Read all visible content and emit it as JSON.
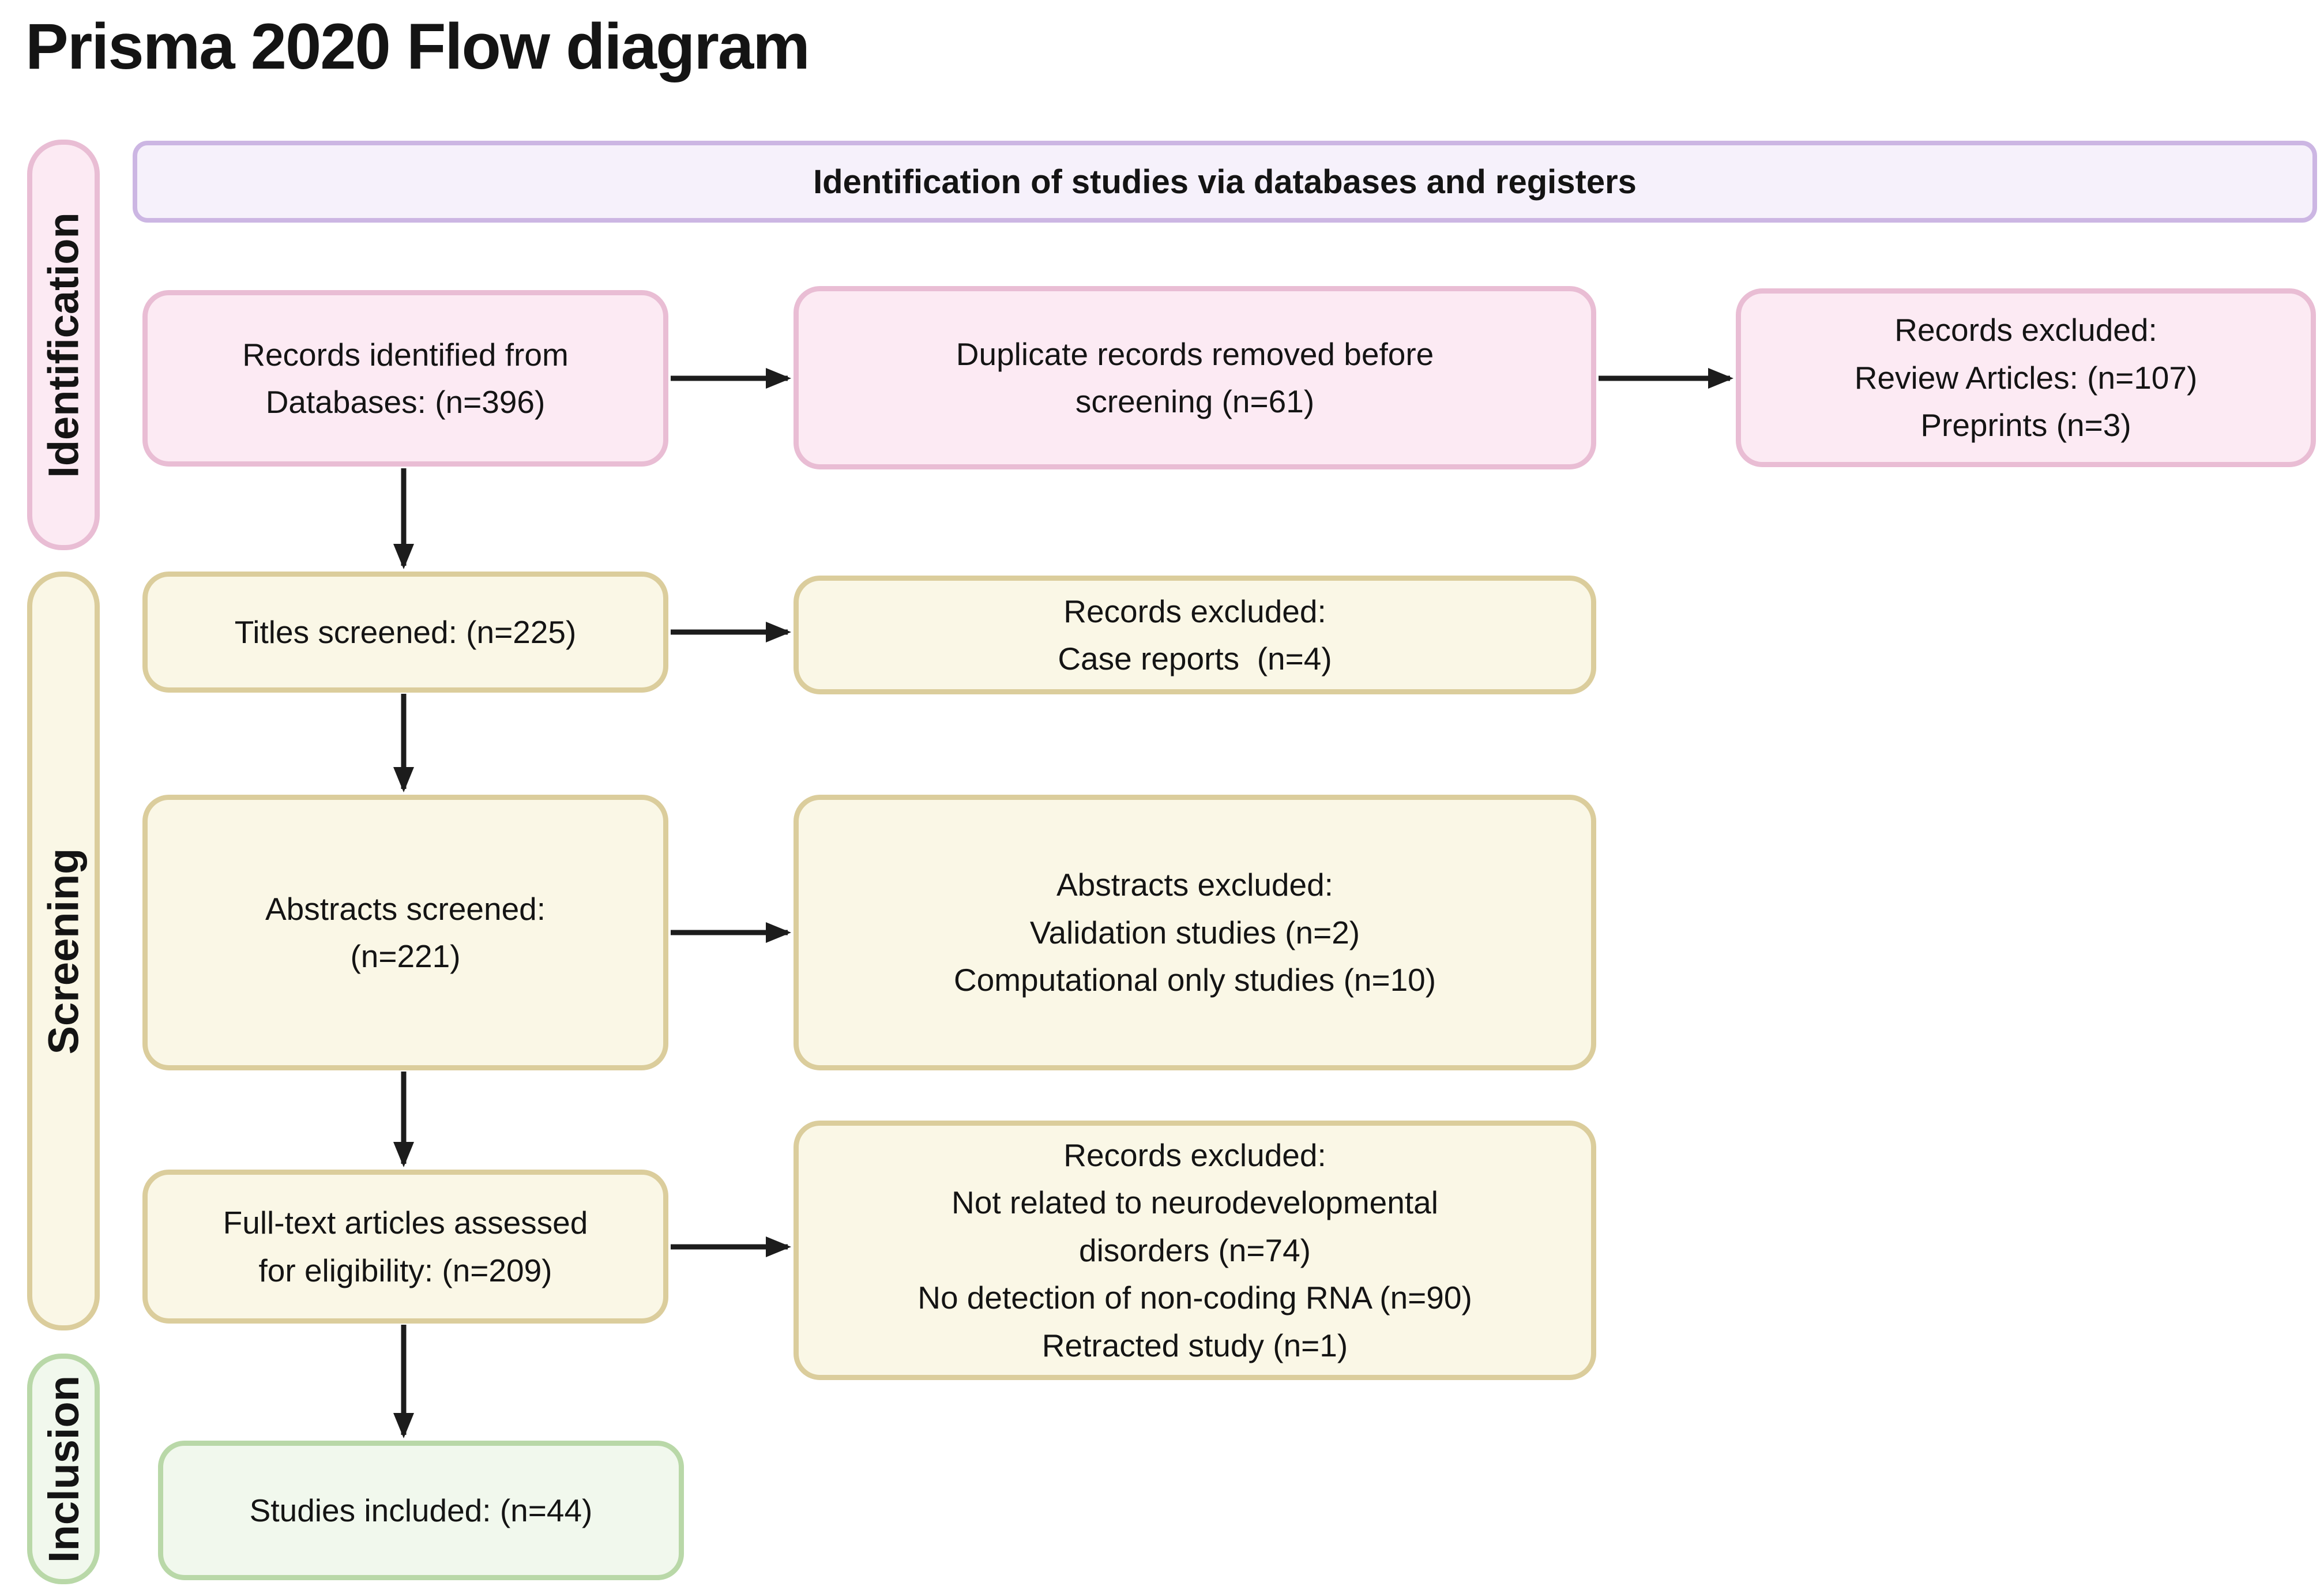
{
  "page": {
    "title": "Prisma 2020 Flow diagram"
  },
  "banner": {
    "label": "Identification of studies via databases and registers"
  },
  "stages": [
    {
      "id": "identification",
      "label": "Identification"
    },
    {
      "id": "screening",
      "label": "Screening"
    },
    {
      "id": "inclusion",
      "label": "Inclusion"
    }
  ],
  "boxes": {
    "records_identified": {
      "text": "Records identified from\nDatabases: (n=396)",
      "n": 396
    },
    "duplicates_removed": {
      "text": "Duplicate records removed before\nscreening (n=61)",
      "n": 61
    },
    "records_excluded_identification": {
      "text": "Records excluded:\nReview Articles: (n=107)\nPreprints (n=3)",
      "review_articles_n": 107,
      "preprints_n": 3
    },
    "titles_screened": {
      "text": "Titles screened: (n=225)",
      "n": 225
    },
    "case_reports_excluded": {
      "text": "Records excluded:\nCase reports  (n=4)",
      "case_reports_n": 4
    },
    "abstracts_screened": {
      "text": "Abstracts screened:\n(n=221)",
      "n": 221
    },
    "abstracts_excluded": {
      "text": "Abstracts excluded:\nValidation studies (n=2)\nComputational only studies (n=10)",
      "validation_n": 2,
      "computational_n": 10
    },
    "full_text_assessed": {
      "text": "Full-text articles assessed\nfor eligibility: (n=209)",
      "n": 209
    },
    "records_excluded_full_text": {
      "text": "Records excluded:\nNot related to neurodevelopmental\ndisorders (n=74)\nNo detection of non-coding RNA (n=90)\nRetracted study (n=1)",
      "not_related_n": 74,
      "no_detection_n": 90,
      "retracted_n": 1
    },
    "studies_included": {
      "text": "Studies included: (n=44)",
      "n": 44
    }
  },
  "colors": {
    "pink_fill": "#fceaf3",
    "pink_border": "#e9bdd4",
    "cream_fill": "#faf7e6",
    "cream_border": "#dbcd9c",
    "green_fill": "#f1f8ed",
    "green_border": "#b9d8a8",
    "purple_fill": "#f6f1fb",
    "purple_border": "#ccb6e3",
    "arrow": "#1c1c1c",
    "text": "#141414"
  }
}
